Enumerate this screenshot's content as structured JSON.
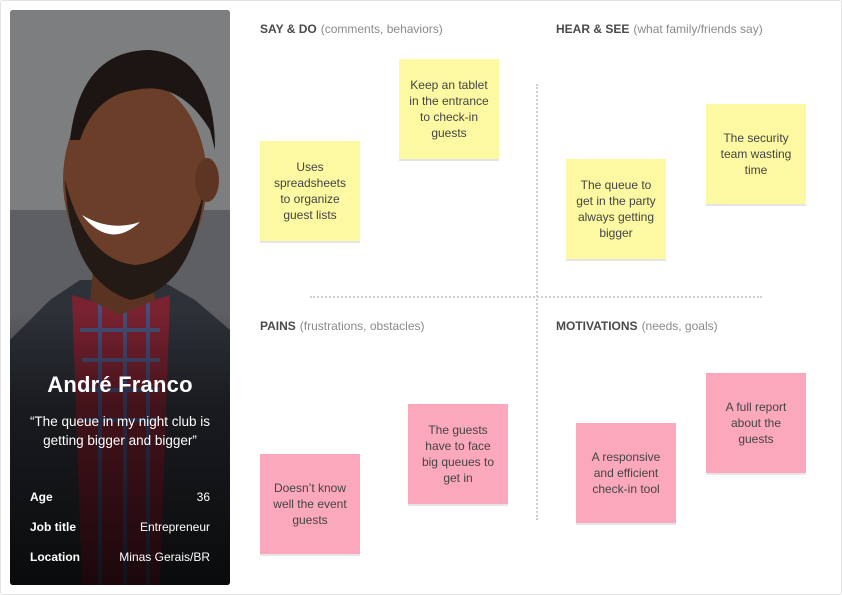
{
  "persona": {
    "name": "André Franco",
    "quote": "“The queue in my night club is getting bigger and bigger”",
    "fields": [
      {
        "label": "Age",
        "value": "36"
      },
      {
        "label": "Job title",
        "value": "Entrepreneur"
      },
      {
        "label": "Location",
        "value": "Minas Gerais/BR"
      }
    ]
  },
  "quadrants": {
    "say_do": {
      "title": "SAY & DO",
      "subtitle": "(comments, behaviors)"
    },
    "hear_see": {
      "title": "HEAR & SEE",
      "subtitle": "(what family/friends say)"
    },
    "pains": {
      "title": "PAINS",
      "subtitle": "(frustrations, obstacles)"
    },
    "motivations": {
      "title": "MOTIVATIONS",
      "subtitle": "(needs, goals)"
    }
  },
  "notes": {
    "say_do_1": "Uses spreadsheets to organize guest lists",
    "say_do_2": "Keep an tablet in the entrance to check-in guests",
    "hear_see_1": "The queue to get in the party always getting bigger",
    "hear_see_2": "The security team wasting time",
    "pains_1": "Doesn’t know well the event guests",
    "pains_2": "The guests have to face big queues to get in",
    "motivations_1": "A responsive and efficient check-in tool",
    "motivations_2": "A full report about the guests"
  },
  "colors": {
    "yellow_note": "#fdf9a2",
    "pink_note": "#fba8bd",
    "divider": "#d0d0d0"
  }
}
